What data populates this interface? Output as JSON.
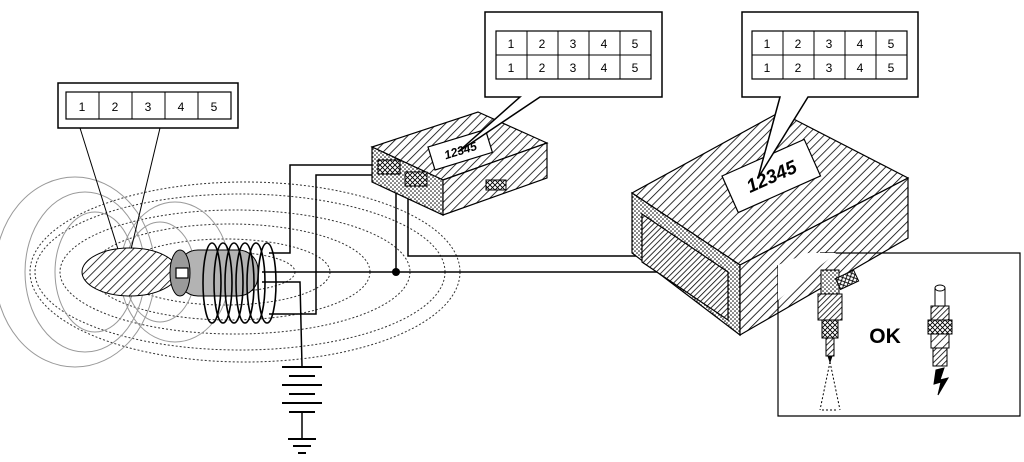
{
  "key_code_boxes": {
    "key_transponder": [
      "1",
      "2",
      "3",
      "4",
      "5"
    ],
    "immobilizer_unit": [
      [
        "1",
        "2",
        "3",
        "4",
        "5"
      ],
      [
        "1",
        "2",
        "3",
        "4",
        "5"
      ]
    ],
    "engine_ecu": [
      [
        "1",
        "2",
        "3",
        "4",
        "5"
      ],
      [
        "1",
        "2",
        "3",
        "4",
        "5"
      ]
    ]
  },
  "immobilizer_label": "12345",
  "ecu_label": "12345",
  "status_text": "OK",
  "colors": {
    "line": "#000000",
    "transponder_fill": "#b3b3b3",
    "field_lines": "#444444",
    "background": "#ffffff"
  },
  "icons": [
    "antenna-coil-icon",
    "battery-icon",
    "ground-icon",
    "fuel-injector-icon",
    "spark-plug-icon"
  ]
}
